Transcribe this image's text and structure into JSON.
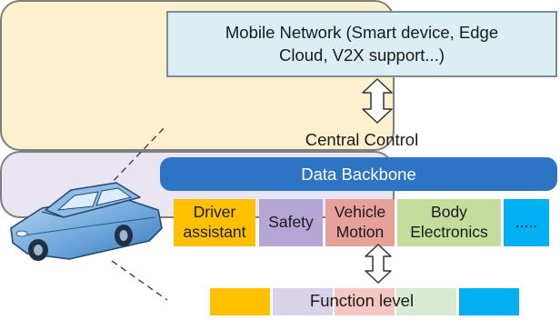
{
  "mobile_network": {
    "line1": "Mobile Network (Smart device, Edge",
    "line2": "Cloud, V2X support...)",
    "color": "#dbeef4"
  },
  "central_control": {
    "label": "Central Control",
    "color": "#fdf0cf"
  },
  "data_backbone": {
    "label": "Data Backbone",
    "color": "#2e74c4"
  },
  "domains": [
    {
      "line1": "Driver",
      "line2": "assistant",
      "color": "#ffc000"
    },
    {
      "line1": "Safety",
      "line2": "",
      "color": "#b4a7d6"
    },
    {
      "line1": "Vehicle",
      "line2": "Motion",
      "color": "#e6a19a"
    },
    {
      "line1": "Body",
      "line2": "Electronics",
      "color": "#c5dc9c"
    },
    {
      "line1": ".....",
      "line2": "",
      "color": "#00b0f0"
    }
  ],
  "function_level": {
    "label": "Function level",
    "color": "#e9e5f3",
    "block_colors": [
      "#ffc000",
      "#d9d2e9",
      "#f4c7c3",
      "#d9ead3",
      "#00b0f0"
    ]
  },
  "icons": {
    "car": "car-icon",
    "arrows": "double-headed-arrow-icon"
  }
}
